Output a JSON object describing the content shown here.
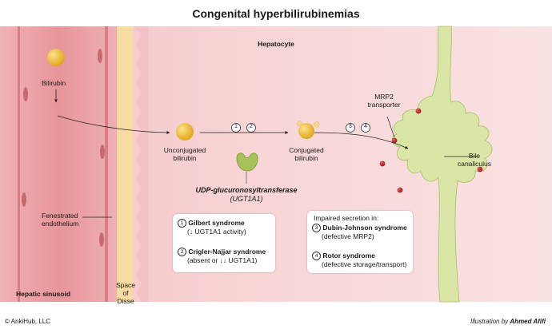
{
  "title": "Congenital hyperbilirubinemias",
  "regions": {
    "hepatocyte": "Hepatocyte",
    "hepatic_sinusoid": "Hepatic sinusoid",
    "space_of_disse": [
      "Space",
      "of",
      "Disse"
    ],
    "bile_canaliculus": [
      "Bile",
      "canaliculus"
    ]
  },
  "labels": {
    "bilirubin": "Bilirubin",
    "unconjugated": [
      "Unconjugated",
      "bilirubin"
    ],
    "conjugated": [
      "Conjugated",
      "bilirubin"
    ],
    "mrp2": [
      "MRP2",
      "transporter"
    ],
    "fenestrated": [
      "Fenestrated",
      "endothelium"
    ],
    "enzyme_name": "UDP-glucuronosyltransferase",
    "enzyme_abbr": "(UGT1A1)"
  },
  "step_numbers": {
    "conjugation": [
      "1",
      "2"
    ],
    "secretion": [
      "3",
      "4"
    ]
  },
  "box_left": {
    "items": [
      {
        "num": "1",
        "name": "Gilbert syndrome",
        "detail": "(↓ UGT1A1 activity)"
      },
      {
        "num": "2",
        "name": "Crigler-Najjar syndrome",
        "detail": "(absent or ↓↓ UGT1A1)"
      }
    ]
  },
  "box_right": {
    "heading": "Impaired secretion in:",
    "items": [
      {
        "num": "3",
        "name": "Dubin-Johnson syndrome",
        "detail": "(defective MRP2)"
      },
      {
        "num": "4",
        "name": "Rotor syndrome",
        "detail": "(defective storage/transport)"
      }
    ]
  },
  "footer": {
    "copyright": "© AnkiHub, LLC",
    "illustration": "Illustration by",
    "author": "Ahmed Afifi"
  },
  "colors": {
    "sinusoid": "#e9a3a6",
    "hepatocyte": "#f6cfd0",
    "disse": "#f7dba1",
    "canaliculus": "#d9e6a6",
    "bilirubin": "#f1c232",
    "enzyme": "#a7c25a",
    "mrp2": "#c0262c"
  }
}
